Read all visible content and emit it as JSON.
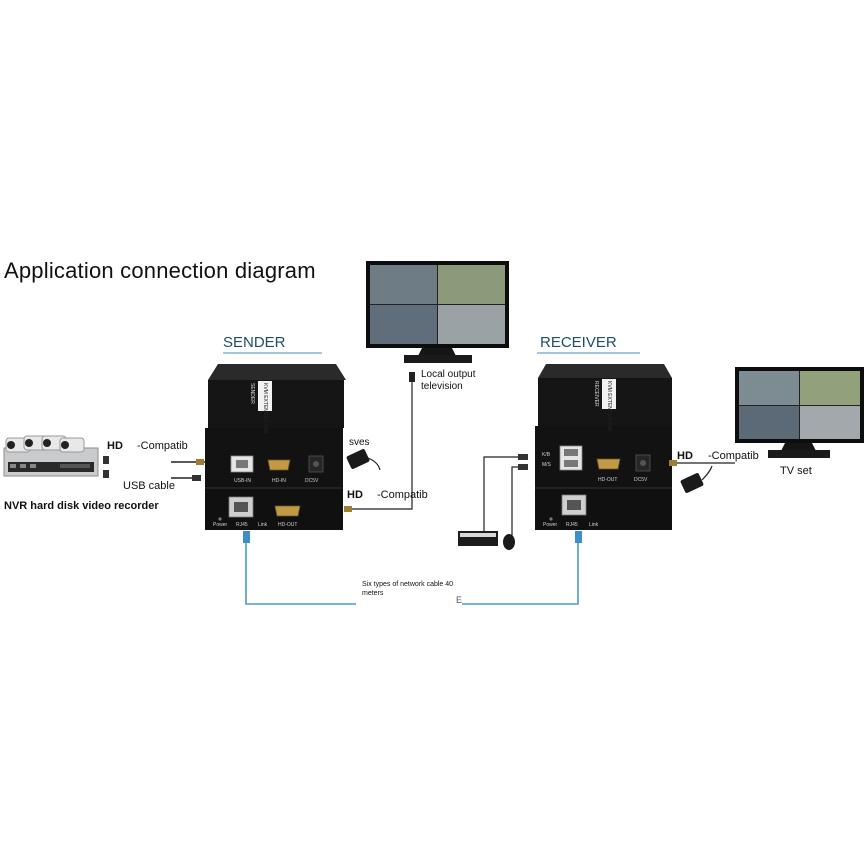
{
  "title": "Application connection diagram",
  "sender": {
    "heading": "SENDER",
    "box_label": "KVM EXTENDER 60M",
    "box_badge": "SENDER",
    "ports_top": [
      "USB-IN",
      "HD-IN",
      "DC5V"
    ],
    "ports_bottom": [
      "Power",
      "RJ45",
      "Link",
      "HD-OUT"
    ]
  },
  "receiver": {
    "heading": "RECEIVER",
    "box_label": "KVM EXTENDER 60M",
    "box_badge": "RECEIVER",
    "ports_top": [
      "K/B",
      "M/S",
      "HD-OUT",
      "DC5V"
    ],
    "ports_bottom": [
      "Power",
      "RJ45",
      "Link"
    ]
  },
  "labels": {
    "hd_left": "HD",
    "compat_left": "-Compatib",
    "usb_cable": "USB cable",
    "nvr": "NVR hard disk video recorder",
    "sves": "sves",
    "hd_mid": "HD",
    "compat_mid": "-Compatib",
    "local_output": "Local output\ntelevision",
    "hd_right": "HD",
    "compat_right": "-Compatib",
    "tv_set": "TV set",
    "network_cable": "Six types of network cable 40\nmeters",
    "break_mark": "E"
  },
  "colors": {
    "network_cable": "#4a9bd0",
    "heading_underline": "#6aa8c8",
    "device_body": "#141414",
    "wire": "#222222"
  }
}
